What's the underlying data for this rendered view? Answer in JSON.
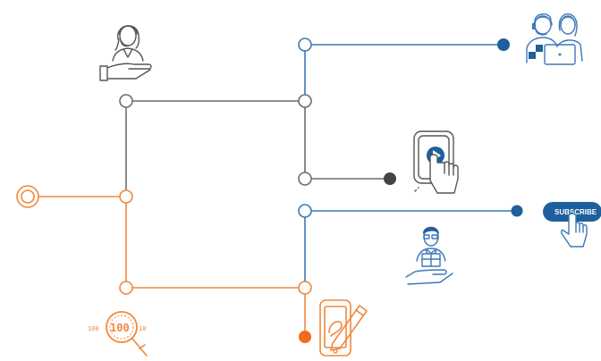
{
  "subscribe_button": {
    "label": "SUBSCRIBE"
  },
  "magnifier_binary": {
    "left": "100",
    "center": "100",
    "right": "10"
  },
  "colors": {
    "blue": "#3b78b8",
    "gray": "#6d6d6d",
    "orange": "#f0883c",
    "dark_gray": "#444444",
    "button_blue": "#1f5f9e"
  },
  "icons": [
    "customer-service-hand-icon",
    "support-team-icon",
    "touch-video-tablet-icon",
    "subscribe-hand-icon",
    "gift-person-hand-icon",
    "magnifier-binary-icon",
    "mobile-edit-icon",
    "target-start-icon"
  ]
}
